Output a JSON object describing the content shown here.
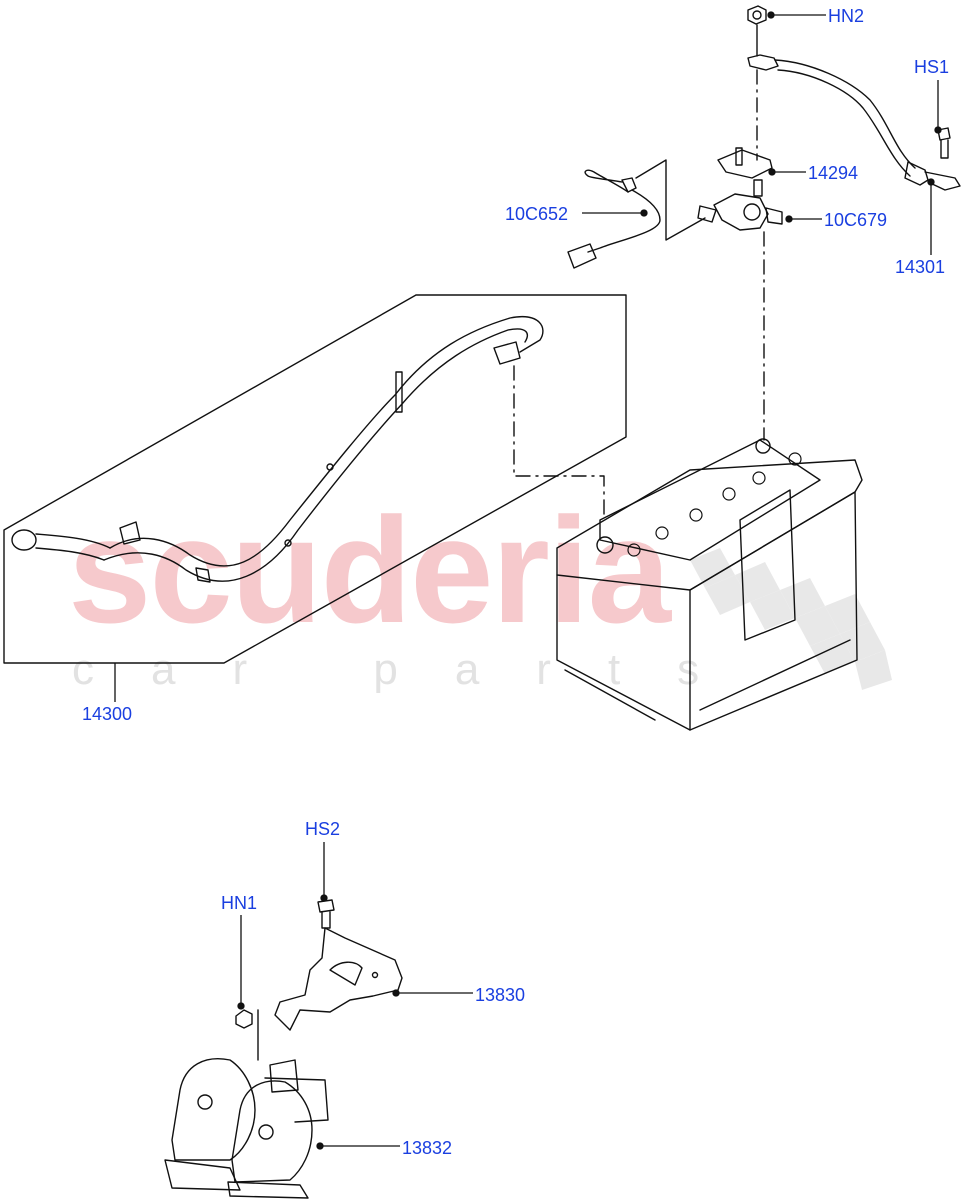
{
  "watermark": {
    "main": "scuderia",
    "sub": "car parts",
    "main_color": "#f6c9cc",
    "sub_color": "#e2e2e2"
  },
  "label_color": "#1a3fe0",
  "callouts": [
    {
      "id": "HN2",
      "text": "HN2",
      "part": "battery-terminal-nut"
    },
    {
      "id": "HS1",
      "text": "HS1",
      "part": "ground-cable-bolt"
    },
    {
      "id": "14294",
      "text": "14294",
      "part": "terminal-bracket"
    },
    {
      "id": "10C652",
      "text": "10C652",
      "part": "sensor-wiring-lead"
    },
    {
      "id": "10C679",
      "text": "10C679",
      "part": "battery-monitoring-sensor"
    },
    {
      "id": "14301",
      "text": "14301",
      "part": "ground-cable"
    },
    {
      "id": "14300",
      "text": "14300",
      "part": "battery-cable-harness"
    },
    {
      "id": "HS2",
      "text": "HS2",
      "part": "horn-bracket-bolt"
    },
    {
      "id": "HN1",
      "text": "HN1",
      "part": "horn-nut"
    },
    {
      "id": "13830",
      "text": "13830",
      "part": "horn-bracket"
    },
    {
      "id": "13832",
      "text": "13832",
      "part": "horn-assembly"
    }
  ]
}
